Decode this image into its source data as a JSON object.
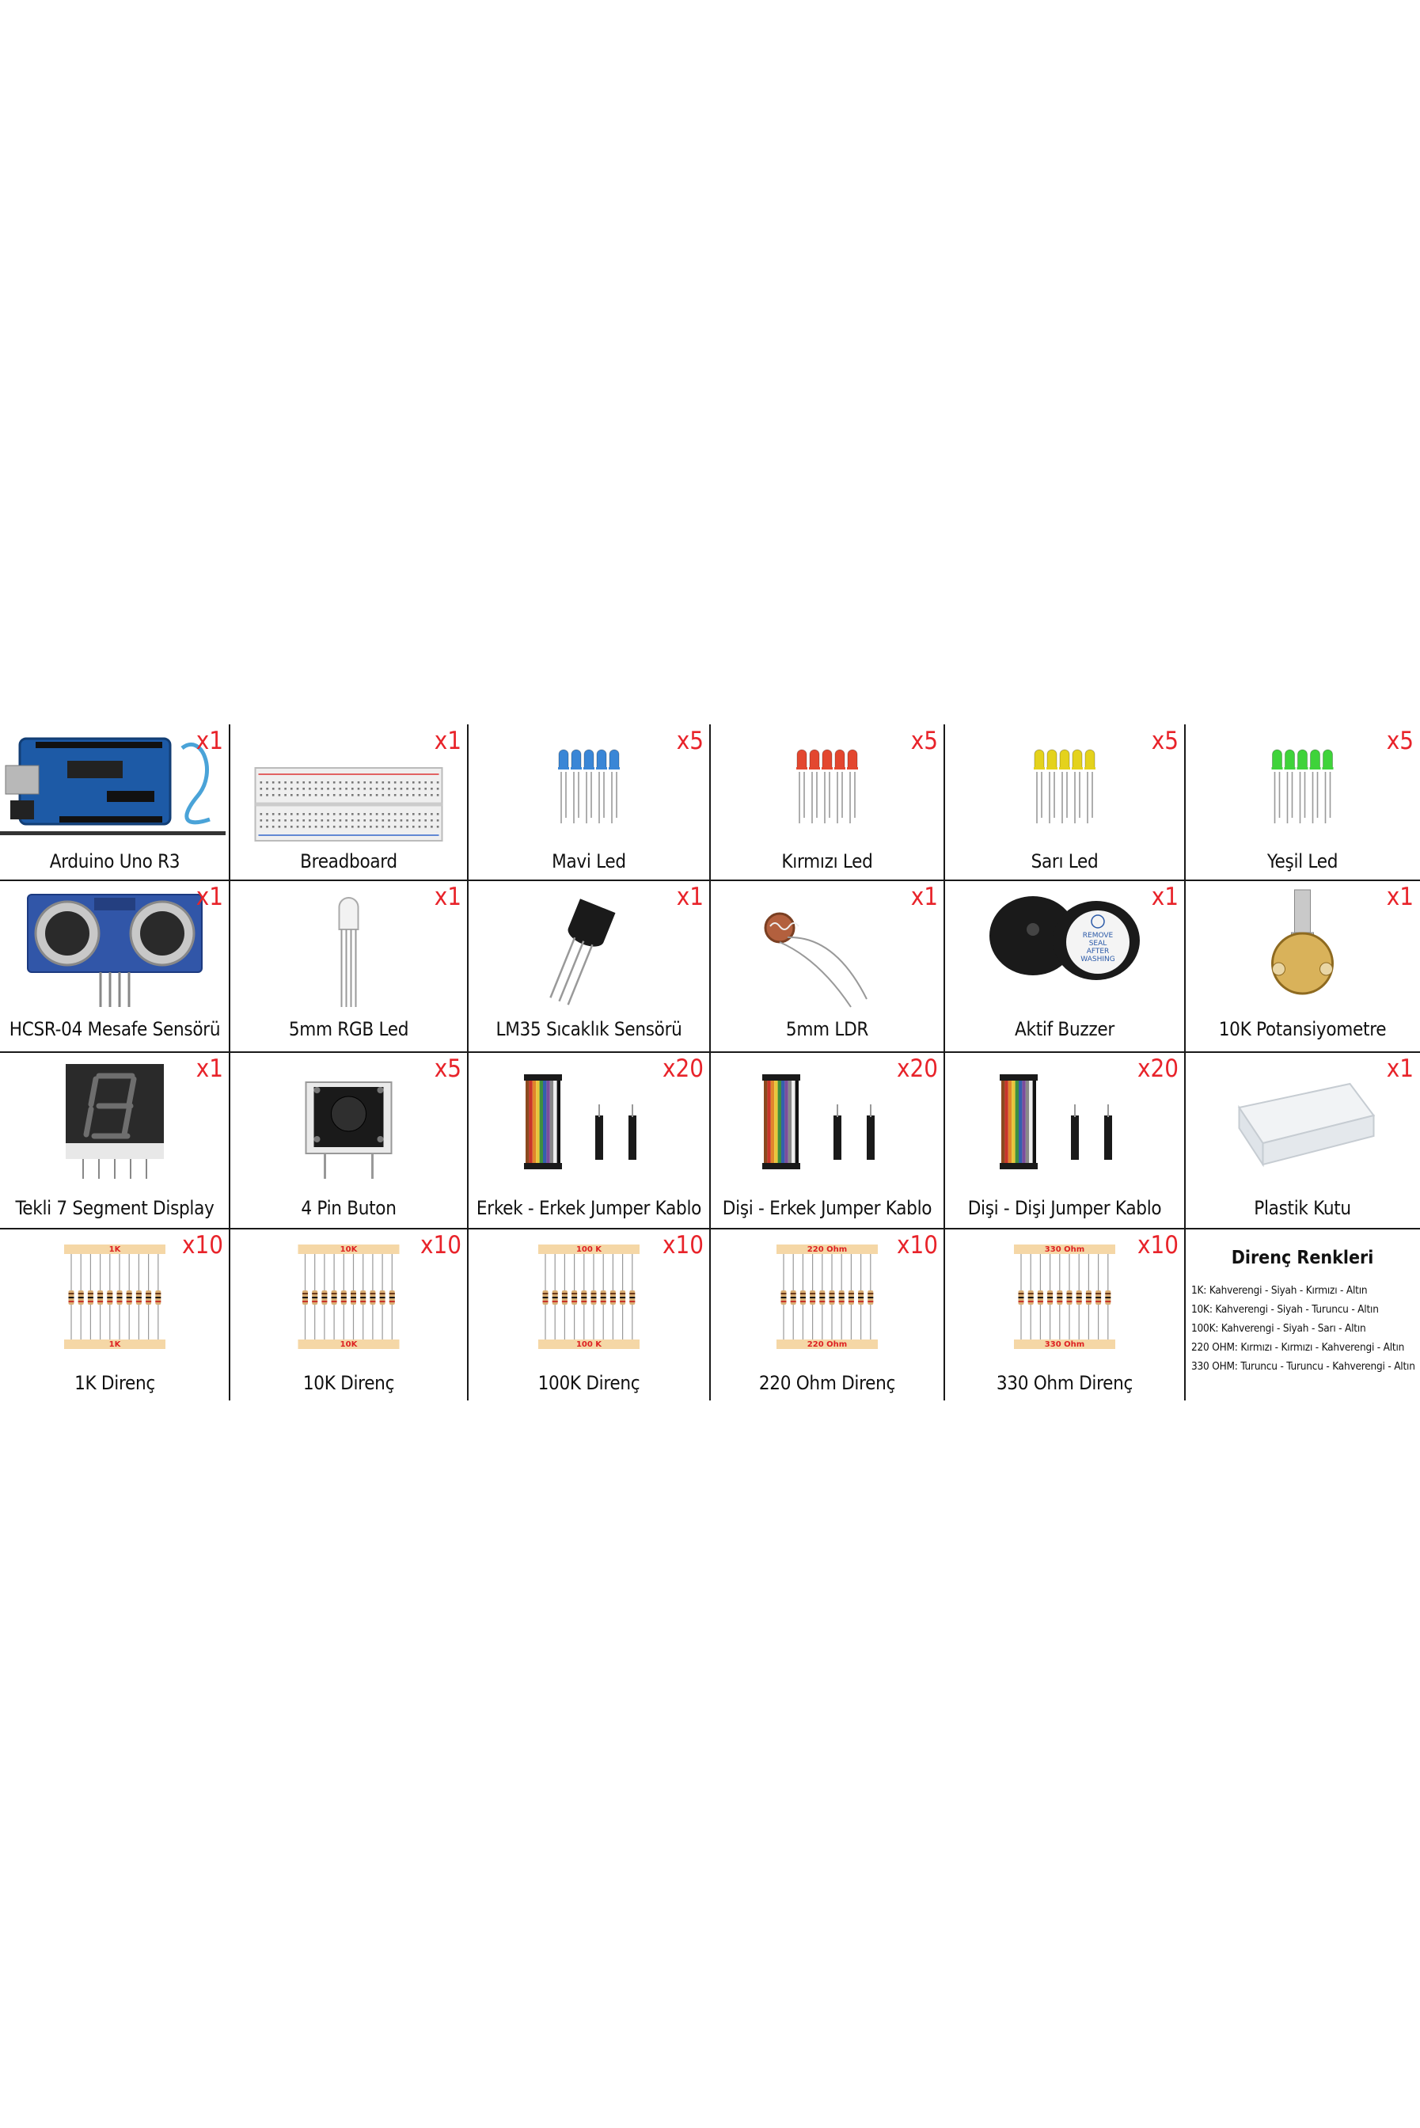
{
  "rows": [
    [
      {
        "name": "Arduino Uno R3",
        "qty": "x1",
        "icon": "arduino-uno-board-icon"
      },
      {
        "name": "Breadboard",
        "qty": "x1",
        "icon": "breadboard-icon"
      },
      {
        "name": "Mavi Led",
        "qty": "x5",
        "icon": "blue-led-icon",
        "color": "#3a86d6"
      },
      {
        "name": "Kırmızı Led",
        "qty": "x5",
        "icon": "red-led-icon",
        "color": "#e3472f"
      },
      {
        "name": "Sarı Led",
        "qty": "x5",
        "icon": "yellow-led-icon",
        "color": "#e4d21c"
      },
      {
        "name": "Yeşil Led",
        "qty": "x5",
        "icon": "green-led-icon",
        "color": "#3fd33a"
      }
    ],
    [
      {
        "name": "HCSR-04 Mesafe Sensörü",
        "qty": "x1",
        "icon": "ultrasonic-sensor-icon"
      },
      {
        "name": "5mm RGB Led",
        "qty": "x1",
        "icon": "rgb-led-icon"
      },
      {
        "name": "LM35 Sıcaklık Sensörü",
        "qty": "x1",
        "icon": "temperature-sensor-icon"
      },
      {
        "name": "5mm LDR",
        "qty": "x1",
        "icon": "ldr-icon"
      },
      {
        "name": "Aktif Buzzer",
        "qty": "x1",
        "icon": "buzzer-icon",
        "sticker": [
          "REMOVE",
          "SEAL",
          "AFTER",
          "WASHING"
        ]
      },
      {
        "name": "10K Potansiyometre",
        "qty": "x1",
        "icon": "potentiometer-icon"
      }
    ],
    [
      {
        "name": "Tekli 7 Segment Display",
        "qty": "x1",
        "icon": "seven-segment-icon"
      },
      {
        "name": "4 Pin Buton",
        "qty": "x5",
        "icon": "push-button-icon"
      },
      {
        "name": "Erkek - Erkek Jumper Kablo",
        "qty": "x20",
        "icon": "jumper-wire-icon"
      },
      {
        "name": "Dişi - Erkek Jumper Kablo",
        "qty": "x20",
        "icon": "jumper-wire-icon"
      },
      {
        "name": "Dişi - Dişi Jumper Kablo",
        "qty": "x20",
        "icon": "jumper-wire-icon"
      },
      {
        "name": "Plastik Kutu",
        "qty": "x1",
        "icon": "plastic-box-icon"
      }
    ],
    [
      {
        "name": "1K Direnç",
        "qty": "x10",
        "icon": "resistor-strip-icon",
        "tape": "1K"
      },
      {
        "name": "10K Direnç",
        "qty": "x10",
        "icon": "resistor-strip-icon",
        "tape": "10K"
      },
      {
        "name": "100K Direnç",
        "qty": "x10",
        "icon": "resistor-strip-icon",
        "tape": "100 K"
      },
      {
        "name": "220 Ohm Direnç",
        "qty": "x10",
        "icon": "resistor-strip-icon",
        "tape": "220 Ohm"
      },
      {
        "name": "330 Ohm Direnç",
        "qty": "x10",
        "icon": "resistor-strip-icon",
        "tape": "330 Ohm"
      }
    ]
  ],
  "legend": {
    "title": "Direnç Renkleri",
    "lines": [
      "1K: Kahverengi - Siyah - Kırmızı - Altın",
      "10K: Kahverengi - Siyah - Turuncu - Altın",
      "100K: Kahverengi - Siyah - Sarı - Altın",
      "220 OHM: Kırmızı - Kırmızı - Kahverengi - Altın",
      "330 OHM: Turuncu - Turuncu - Kahverengi - Altın"
    ]
  },
  "colors": {
    "qty": "#e8232a",
    "grid": "#1a1a1a"
  }
}
